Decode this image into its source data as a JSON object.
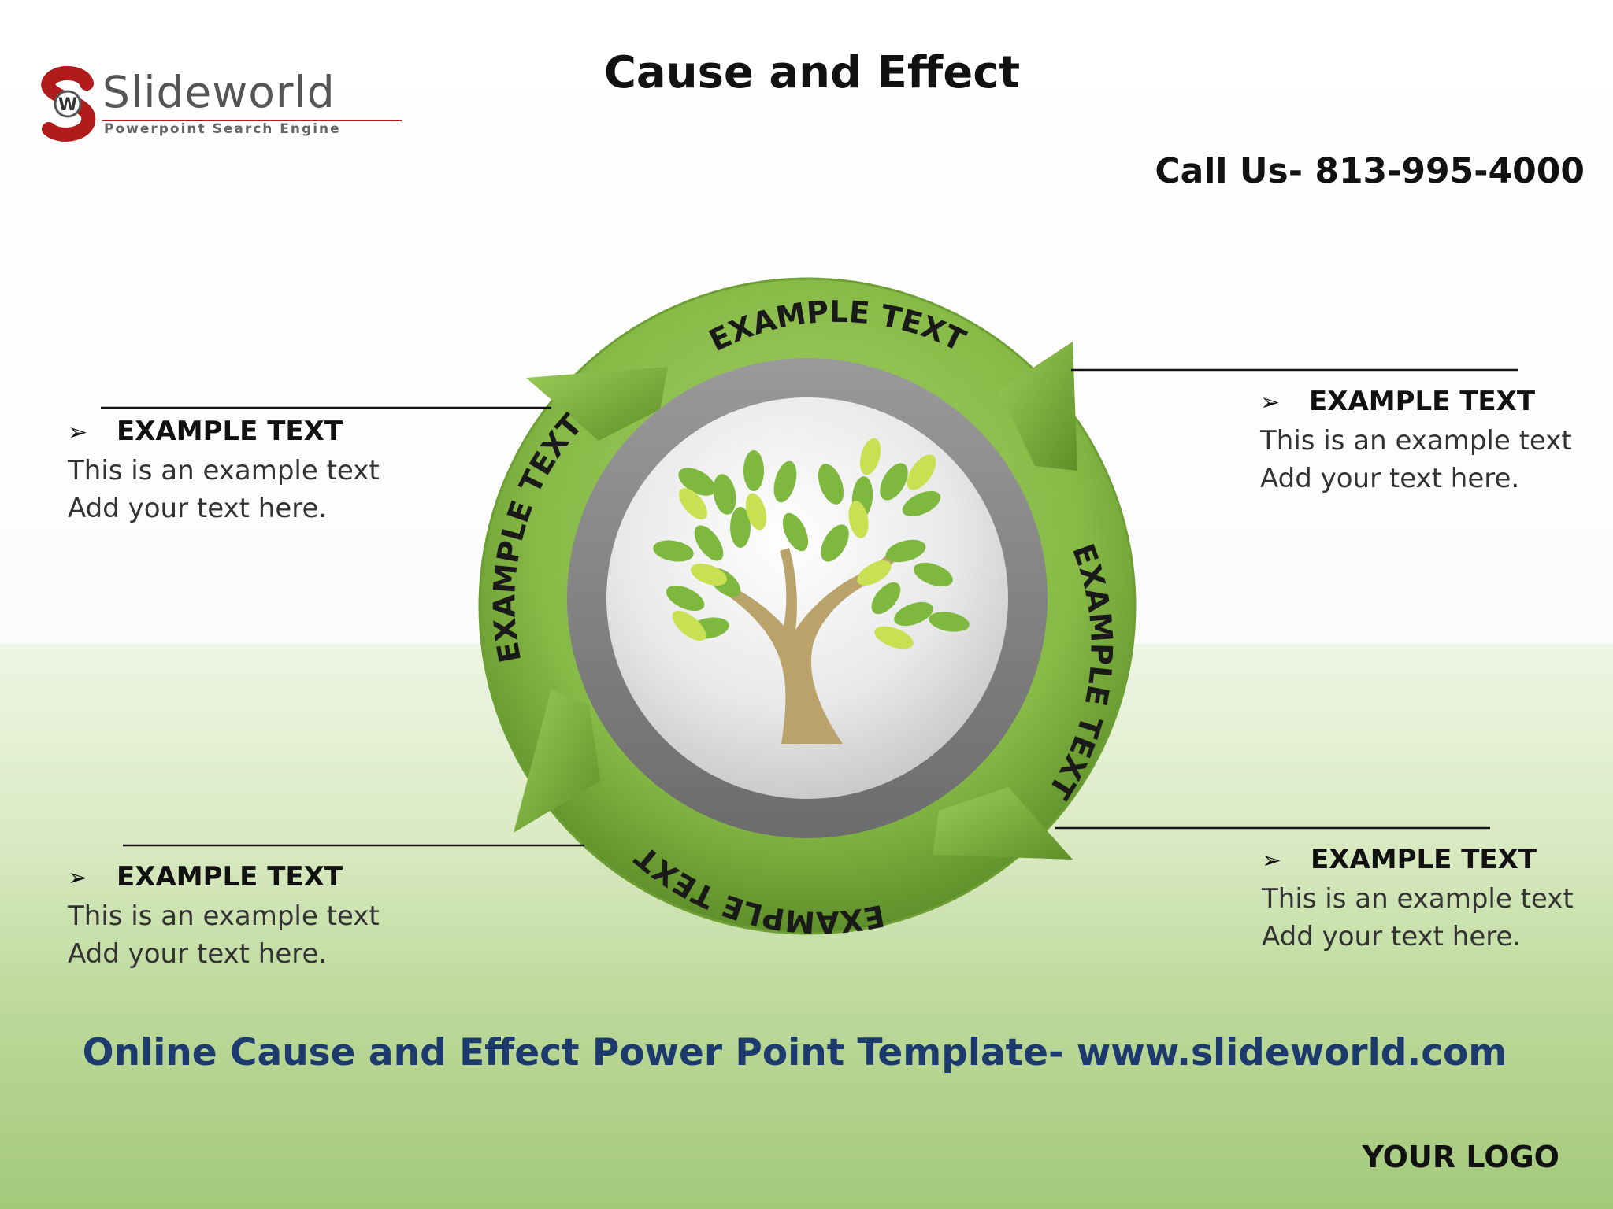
{
  "logo": {
    "name": "Slideworld",
    "tagline": "Powerpoint Search Engine"
  },
  "title": "Cause and Effect",
  "phone": "Call Us- 813-995-4000",
  "ring_labels": {
    "top": "EXAMPLE TEXT",
    "right": "EXAMPLE TEXT",
    "bottom": "EXAMPLE TEXT",
    "left": "EXAMPLE TEXT"
  },
  "notes": [
    {
      "heading": "EXAMPLE TEXT",
      "line1": "This is an example text",
      "line2": "Add your text here."
    },
    {
      "heading": "EXAMPLE TEXT",
      "line1": "This is an example text",
      "line2": "Add your text here."
    },
    {
      "heading": "EXAMPLE TEXT",
      "line1": "This is an example text",
      "line2": "Add your text here."
    },
    {
      "heading": "EXAMPLE TEXT",
      "line1": "This is an example text",
      "line2": "Add your text here."
    }
  ],
  "footer": "Online Cause and Effect Power Point Template- www.slideworld.com",
  "your_logo": "YOUR LOGO",
  "colors": {
    "ring_green": "#7fb13e",
    "title_blue": "#1d3a6e",
    "logo_red": "#b01c1c"
  }
}
